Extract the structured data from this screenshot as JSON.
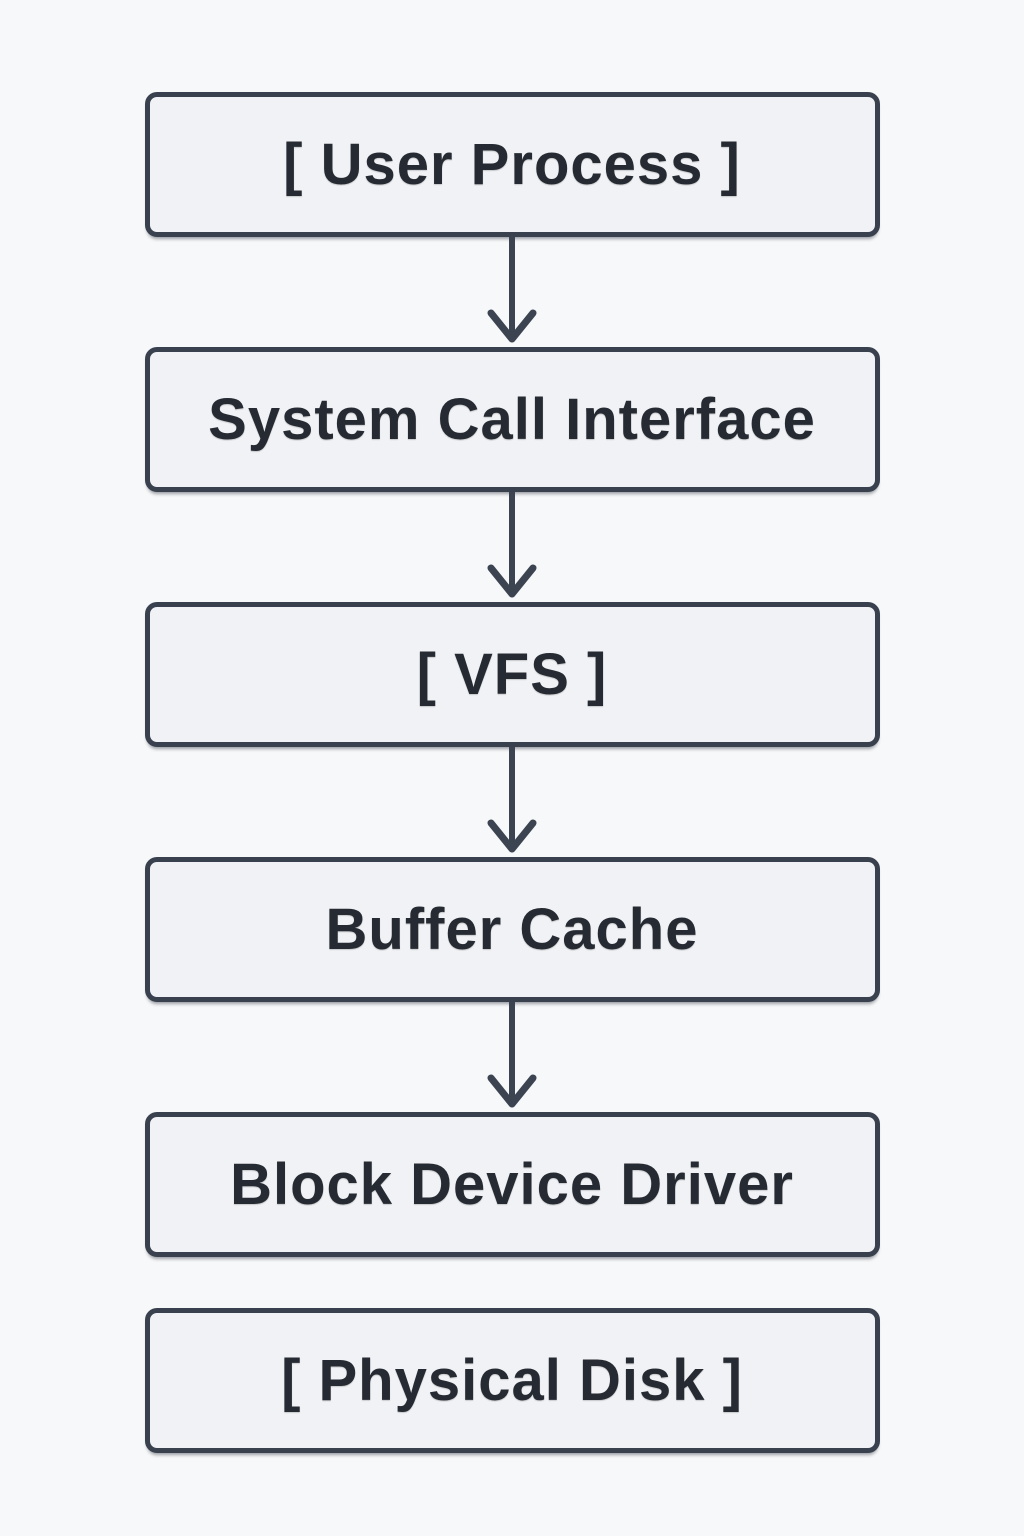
{
  "diagram": {
    "type": "flowchart",
    "orientation": "vertical",
    "nodes": [
      {
        "id": "user-process",
        "label": "[ User Process ]"
      },
      {
        "id": "system-call-interface",
        "label": "System Call Interface"
      },
      {
        "id": "vfs",
        "label": "[ VFS ]"
      },
      {
        "id": "buffer-cache",
        "label": "Buffer Cache"
      },
      {
        "id": "block-device-driver",
        "label": "Block Device Driver"
      },
      {
        "id": "physical-disk",
        "label": "[ Physical Disk ]"
      }
    ],
    "edges": [
      {
        "from": "user-process",
        "to": "system-call-interface",
        "style": "arrow-down"
      },
      {
        "from": "system-call-interface",
        "to": "vfs",
        "style": "arrow-down"
      },
      {
        "from": "vfs",
        "to": "buffer-cache",
        "style": "arrow-down"
      },
      {
        "from": "buffer-cache",
        "to": "block-device-driver",
        "style": "arrow-down"
      },
      {
        "from": "block-device-driver",
        "to": "physical-disk",
        "style": "none"
      }
    ],
    "colors": {
      "background": "#f7f8f9",
      "box_fill": "#f1f2f5",
      "box_border": "#39404e",
      "text": "#262b33",
      "arrow": "#3c4452"
    }
  }
}
